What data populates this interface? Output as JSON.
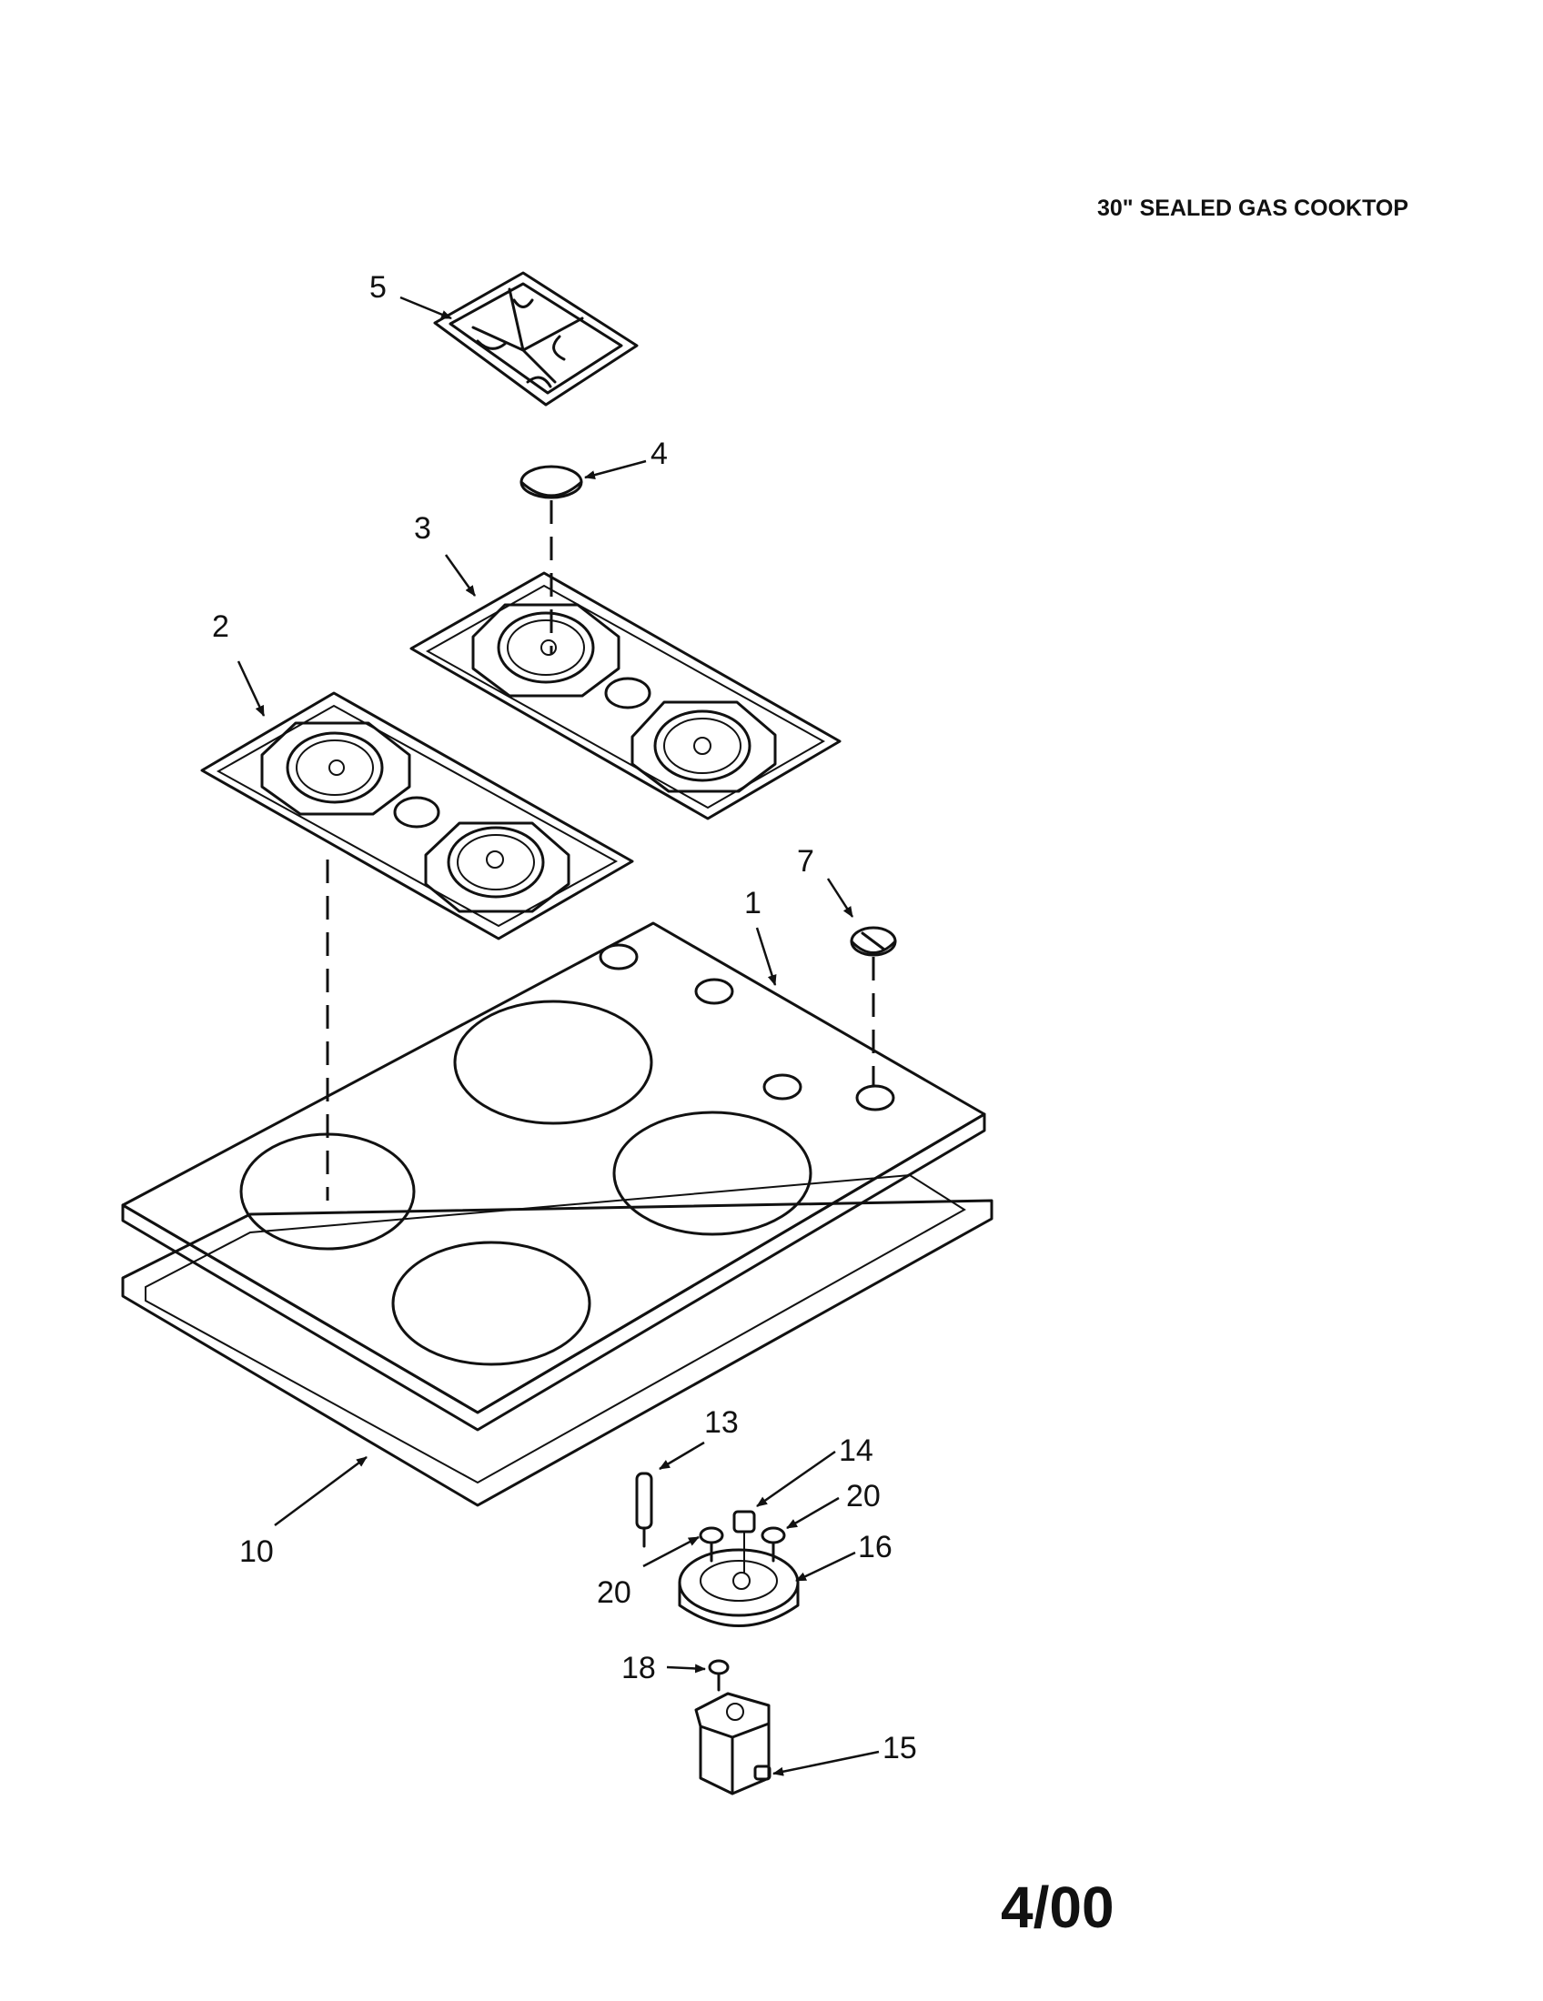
{
  "header": {
    "title": "30\" SEALED GAS COOKTOP"
  },
  "footer": {
    "date_code": "4/00"
  },
  "callouts": {
    "c1": "1",
    "c2": "2",
    "c3": "3",
    "c4": "4",
    "c5": "5",
    "c7": "7",
    "c10": "10",
    "c13": "13",
    "c14": "14",
    "c15": "15",
    "c16": "16",
    "c18": "18",
    "c20a": "20",
    "c20b": "20"
  }
}
